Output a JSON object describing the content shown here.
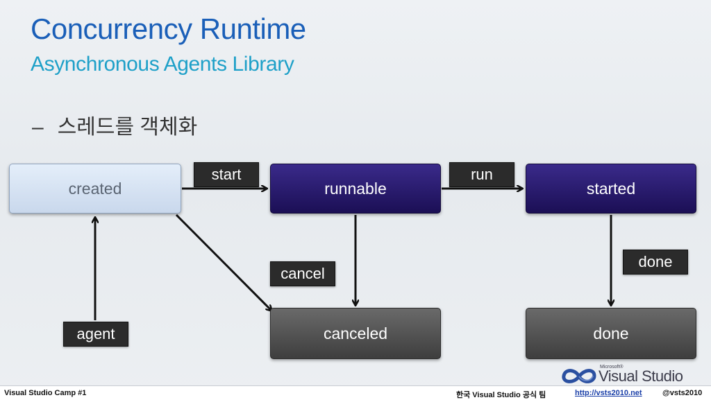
{
  "slide": {
    "title": "Concurrency Runtime",
    "subtitle": "Asynchronous Agents Library",
    "bullet_dash": "–",
    "bullet_text": "스레드를 객체화"
  },
  "diagram": {
    "nodes": {
      "created": "created",
      "runnable": "runnable",
      "started": "started",
      "canceled": "canceled",
      "done": "done"
    },
    "edge_labels": {
      "start": "start",
      "run": "run",
      "cancel": "cancel",
      "done": "done",
      "agent": "agent"
    }
  },
  "footer": {
    "left": "Visual Studio Camp #1",
    "center": "한국 Visual Studio 공식 팀",
    "link": "http://vsts2010.net",
    "handle": "@vsts2010"
  },
  "logo": {
    "brand_small": "Microsoft®",
    "brand": "Visual Studio"
  },
  "colors": {
    "title": "#1a5fb8",
    "subtitle": "#1ea0c8",
    "node_purple": "#2a1c70",
    "node_gray": "#555555",
    "node_light": "#d6e2f2",
    "tag": "#2b2b2b"
  }
}
